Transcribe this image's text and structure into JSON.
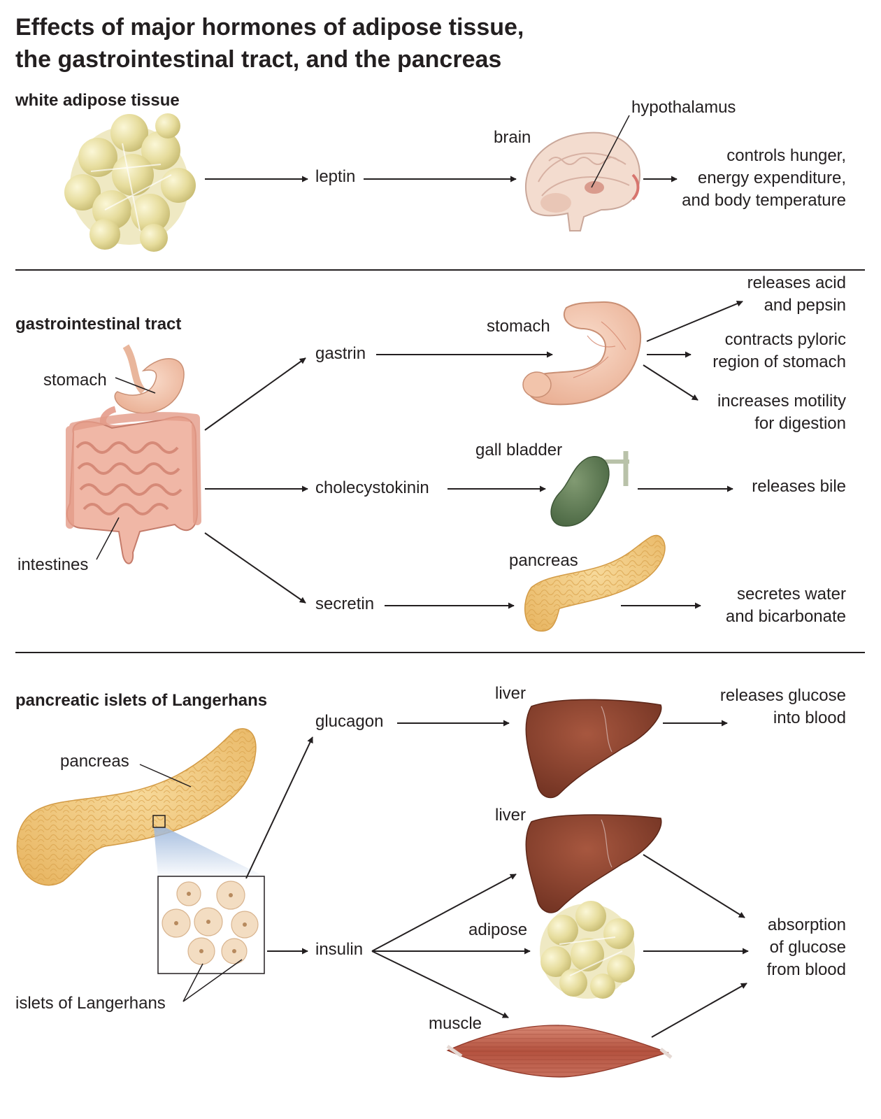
{
  "title_line1": "Effects of major hormones of adipose tissue,",
  "title_line2": "the gastrointestinal tract, and the pancreas",
  "sections": {
    "adipose": {
      "heading": "white adipose tissue",
      "hormone": "leptin",
      "brain": "brain",
      "hypothalamus": "hypothalamus",
      "effect": [
        "controls hunger,",
        "energy expenditure,",
        "and body temperature"
      ]
    },
    "gi": {
      "heading": "gastrointestinal tract",
      "stomach_label": "stomach",
      "intestines_label": "intestines",
      "gastrin": "gastrin",
      "cholecystokinin": "cholecystokinin",
      "secretin": "secretin",
      "stomach_target": "stomach",
      "gallbladder_target": "gall bladder",
      "pancreas_target": "pancreas",
      "effect_acid": [
        "releases acid",
        "and pepsin"
      ],
      "effect_pyloric": [
        "contracts pyloric",
        "region of stomach"
      ],
      "effect_motility": [
        "increases motility",
        "for digestion"
      ],
      "effect_bile": "releases bile",
      "effect_water": [
        "secretes water",
        "and bicarbonate"
      ]
    },
    "islets": {
      "heading": "pancreatic islets of Langerhans",
      "pancreas_label": "pancreas",
      "islets_label": "islets of Langerhans",
      "glucagon": "glucagon",
      "insulin": "insulin",
      "liver1": "liver",
      "liver2": "liver",
      "adipose": "adipose",
      "muscle": "muscle",
      "effect_glucose": [
        "releases glucose",
        "into blood"
      ],
      "effect_absorb": [
        "absorption",
        "of glucose",
        "from blood"
      ]
    }
  },
  "colors": {
    "text": "#231f20",
    "fat": "#e8e0a6",
    "stomach": "#f3c6ae",
    "intestine": "#e7a596",
    "gallbladder": "#5d7a53",
    "pancreas": "#f2c77a",
    "liver": "#8a4330",
    "muscle": "#c0604d",
    "inset_glow": "#9fb9dd"
  }
}
